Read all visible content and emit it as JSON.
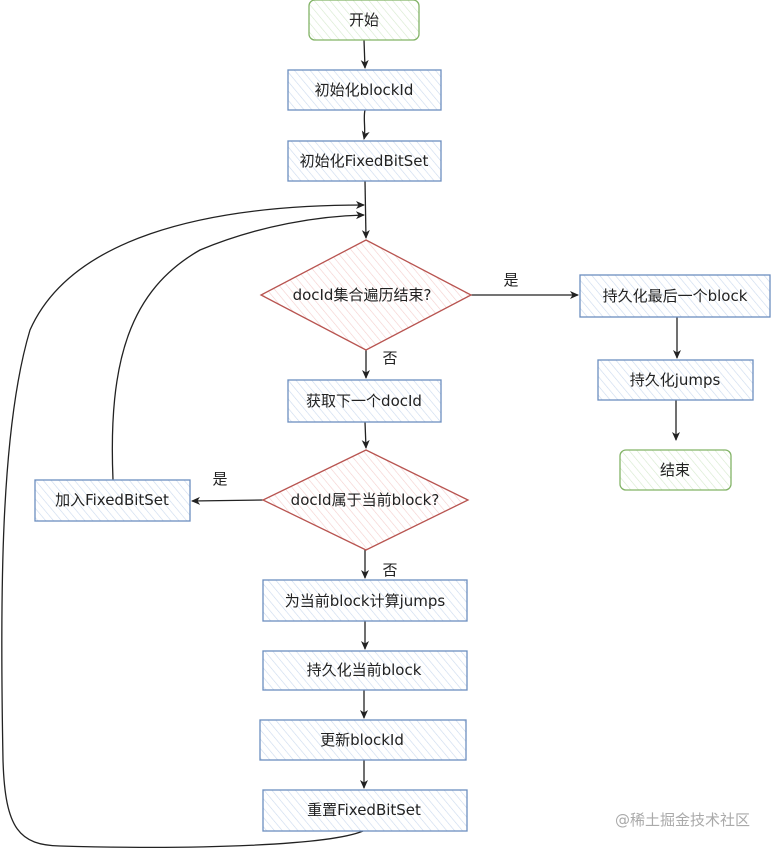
{
  "diagram": {
    "nodes": {
      "start": {
        "label": "开始",
        "kind": "terminal",
        "stroke": "#82b366",
        "fill": "#d5e8d4"
      },
      "init_block": {
        "label": "初始化blockId",
        "kind": "process",
        "stroke": "#6c8ebf",
        "fill": "#dae8fc"
      },
      "init_bitset": {
        "label": "初始化FixedBitSet",
        "kind": "process",
        "stroke": "#6c8ebf",
        "fill": "#dae8fc"
      },
      "cond_end": {
        "label": "docId集合遍历结束?",
        "kind": "decision",
        "stroke": "#b85450",
        "fill": "#f8cecc"
      },
      "persist_last": {
        "label": "持久化最后一个block",
        "kind": "process",
        "stroke": "#6c8ebf",
        "fill": "#dae8fc"
      },
      "persist_jumps": {
        "label": "持久化jumps",
        "kind": "process",
        "stroke": "#6c8ebf",
        "fill": "#dae8fc"
      },
      "end": {
        "label": "结束",
        "kind": "terminal",
        "stroke": "#82b366",
        "fill": "#d5e8d4"
      },
      "next_doc": {
        "label": "获取下一个docId",
        "kind": "process",
        "stroke": "#6c8ebf",
        "fill": "#dae8fc"
      },
      "cond_block": {
        "label": "docId属于当前block?",
        "kind": "decision",
        "stroke": "#b85450",
        "fill": "#f8cecc"
      },
      "add_bitset": {
        "label": "加入FixedBitSet",
        "kind": "process",
        "stroke": "#6c8ebf",
        "fill": "#dae8fc"
      },
      "calc_jumps": {
        "label": "为当前block计算jumps",
        "kind": "process",
        "stroke": "#6c8ebf",
        "fill": "#dae8fc"
      },
      "persist_cur": {
        "label": "持久化当前block",
        "kind": "process",
        "stroke": "#6c8ebf",
        "fill": "#dae8fc"
      },
      "update_block": {
        "label": "更新blockId",
        "kind": "process",
        "stroke": "#6c8ebf",
        "fill": "#dae8fc"
      },
      "reset_bitset": {
        "label": "重置FixedBitSet",
        "kind": "process",
        "stroke": "#6c8ebf",
        "fill": "#dae8fc"
      }
    },
    "edges": [
      {
        "from": "start",
        "to": "init_block",
        "label": ""
      },
      {
        "from": "init_block",
        "to": "init_bitset",
        "label": ""
      },
      {
        "from": "init_bitset",
        "to": "cond_end",
        "label": ""
      },
      {
        "from": "cond_end",
        "to": "persist_last",
        "label": "是"
      },
      {
        "from": "persist_last",
        "to": "persist_jumps",
        "label": ""
      },
      {
        "from": "persist_jumps",
        "to": "end",
        "label": ""
      },
      {
        "from": "cond_end",
        "to": "next_doc",
        "label": "否"
      },
      {
        "from": "next_doc",
        "to": "cond_block",
        "label": ""
      },
      {
        "from": "cond_block",
        "to": "add_bitset",
        "label": "是"
      },
      {
        "from": "add_bitset",
        "to": "cond_end",
        "label": ""
      },
      {
        "from": "cond_block",
        "to": "calc_jumps",
        "label": "否"
      },
      {
        "from": "calc_jumps",
        "to": "persist_cur",
        "label": ""
      },
      {
        "from": "persist_cur",
        "to": "update_block",
        "label": ""
      },
      {
        "from": "update_block",
        "to": "reset_bitset",
        "label": ""
      },
      {
        "from": "reset_bitset",
        "to": "cond_end",
        "label": ""
      }
    ]
  },
  "watermark": "@稀土掘金技术社区",
  "colors": {
    "edge": "#222222",
    "hatch_blue": "#9fb9e0",
    "hatch_green": "#b3d6a3",
    "hatch_red": "#eba6a3"
  }
}
